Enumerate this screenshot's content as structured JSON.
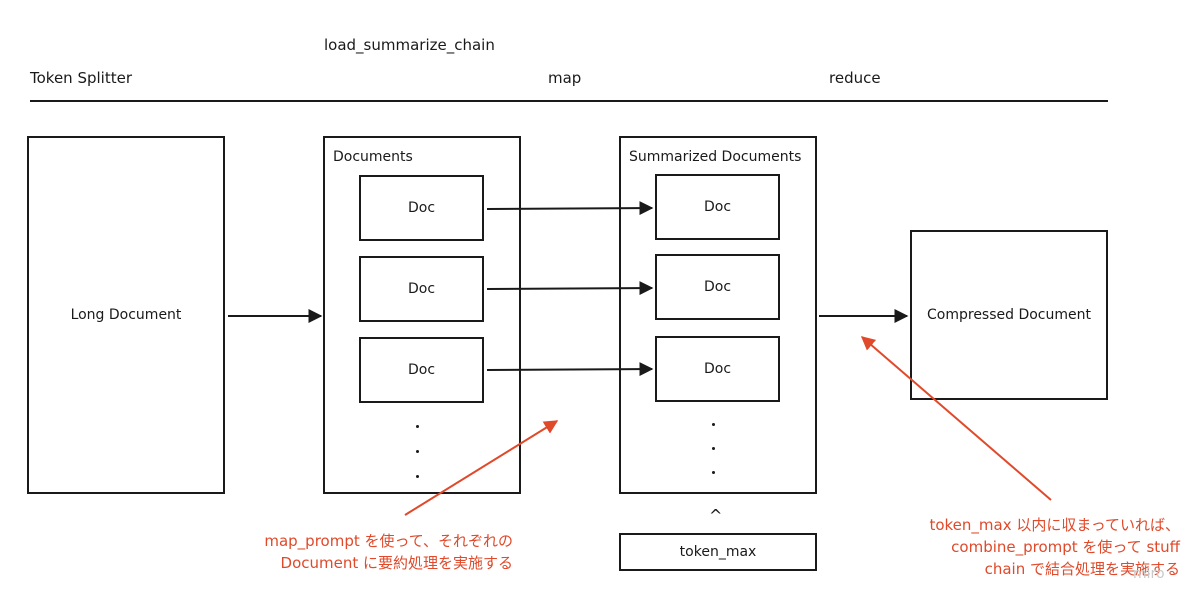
{
  "header": {
    "chain_label": "load_summarize_chain",
    "stage_splitter": "Token Splitter",
    "stage_map": "map",
    "stage_reduce": "reduce"
  },
  "long_document": {
    "label": "Long Document"
  },
  "documents_group": {
    "title": "Documents",
    "docs": [
      "Doc",
      "Doc",
      "Doc"
    ]
  },
  "summarized_group": {
    "title": "Summarized Documents",
    "docs": [
      "Doc",
      "Doc",
      "Doc"
    ]
  },
  "token_max": {
    "label": "token_max",
    "symbol": "^"
  },
  "compressed_document": {
    "label": "Compressed Document"
  },
  "annotations": {
    "map_note": [
      "map_prompt を使って、それぞれの",
      "Document に要約処理を実施する"
    ],
    "reduce_note": [
      "token_max 以内に収まっていれば、",
      "combine_prompt を使って stuff",
      "chain で結合処理を実施する"
    ]
  },
  "colors": {
    "annotation": "#e0492a",
    "stroke": "#1a1a1a"
  },
  "watermark": "miro"
}
